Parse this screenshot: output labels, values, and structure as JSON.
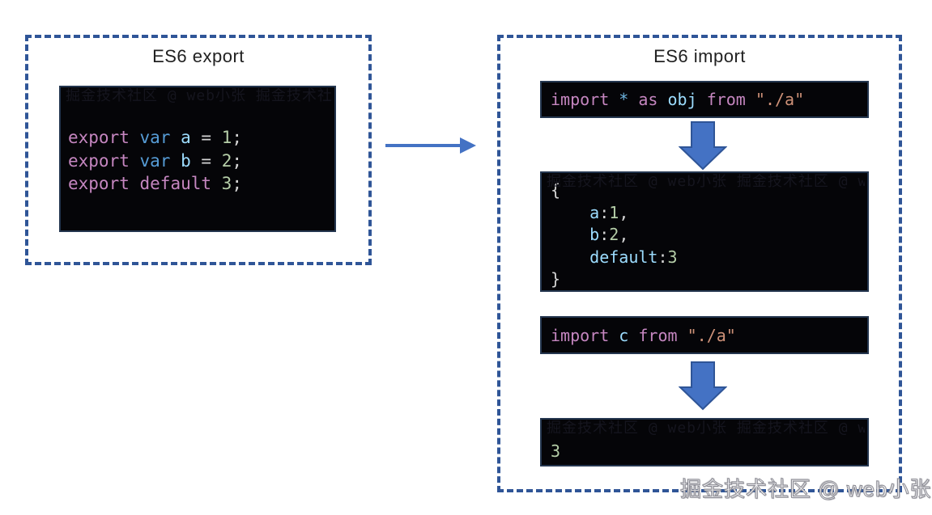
{
  "colors": {
    "box-border": "#2f5597",
    "arrow-fill": "#4472c4",
    "arrow-stroke": "#2f5597",
    "code-bg": "#050508",
    "code-border": "#24364f",
    "kw": "#c586c0",
    "varkw": "#569cd6",
    "id": "#9cdcfe",
    "num": "#b5cea8",
    "pun": "#d4d4d4",
    "str": "#ce9178",
    "star": "#6cb2dd",
    "title": "#212121",
    "faint": "#15151e",
    "watermark-fill": "#f2f2f4",
    "watermark-stroke": "#8e8e96"
  },
  "embedded_watermark": "掘金技术社区 @ web小张 掘金技术社区 @ web小张 掘金技术社区 @ web小张",
  "left_panel": {
    "title": "ES6 export",
    "code": {
      "lines": [
        {
          "tokens": [
            {
              "t": "export "
            },
            {
              "t": "var "
            },
            {
              "t": "a "
            },
            {
              "t": "= "
            },
            {
              "t": "1"
            },
            {
              "t": ";"
            }
          ]
        },
        {
          "tokens": [
            {
              "t": "export "
            },
            {
              "t": "var "
            },
            {
              "t": "b "
            },
            {
              "t": "= "
            },
            {
              "t": "2"
            },
            {
              "t": ";"
            }
          ]
        },
        {
          "tokens": [
            {
              "t": "export "
            },
            {
              "t": "default "
            },
            {
              "t": "3"
            },
            {
              "t": ";"
            }
          ]
        }
      ]
    }
  },
  "right_panel": {
    "title": "ES6 import",
    "import_all": {
      "tokens": [
        {
          "t": "import "
        },
        {
          "t": "* "
        },
        {
          "t": "as "
        },
        {
          "t": "obj "
        },
        {
          "t": "from "
        },
        {
          "t": "\"./a\""
        }
      ]
    },
    "namespace_object": {
      "lines": [
        {
          "tokens": [
            {
              "t": "{"
            }
          ]
        },
        {
          "tokens": [
            {
              "t": "    a"
            },
            {
              "t": ":"
            },
            {
              "t": "1"
            },
            {
              "t": ","
            }
          ]
        },
        {
          "tokens": [
            {
              "t": "    b"
            },
            {
              "t": ":"
            },
            {
              "t": "2"
            },
            {
              "t": ","
            }
          ]
        },
        {
          "tokens": [
            {
              "t": "    default"
            },
            {
              "t": ":"
            },
            {
              "t": "3"
            }
          ]
        },
        {
          "tokens": [
            {
              "t": "}"
            }
          ]
        }
      ]
    },
    "import_default": {
      "tokens": [
        {
          "t": "import "
        },
        {
          "t": "c "
        },
        {
          "t": "from "
        },
        {
          "t": "\"./a\""
        }
      ]
    },
    "default_value": {
      "tokens": [
        {
          "t": "3"
        }
      ]
    }
  },
  "watermark": "掘金技术社区 @ web小张"
}
